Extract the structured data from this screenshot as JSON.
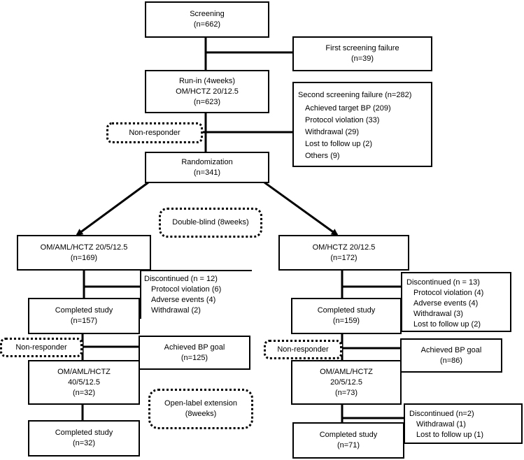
{
  "screening": {
    "title": "Screening",
    "n": "(n=662)"
  },
  "first_failure": {
    "title": "First screening failure",
    "n": "(n=39)"
  },
  "runin": {
    "line1": "Run-in (4weeks)",
    "line2": "OM/HCTZ 20/12.5",
    "n": "(n=623)"
  },
  "second_failure": {
    "title": "Second screening failure (n=282)",
    "items": [
      "Achieved target BP (209)",
      "Protocol violation (33)",
      "Withdrawal (29)",
      "Lost to follow up (2)",
      "Others (9)"
    ]
  },
  "nonresponder_top": "Non-responder",
  "randomization": {
    "title": "Randomization",
    "n": "(n=341)"
  },
  "double_blind": "Double-blind (8weeks)",
  "left_arm": {
    "treatment": {
      "title": "OM/AML/HCTZ 20/5/12.5",
      "n": "(n=169)"
    },
    "discontinued": {
      "title": "Discontinued (n = 12)",
      "items": [
        "Protocol violation (6)",
        "Adverse events (4)",
        "Withdrawal (2)"
      ]
    },
    "completed": {
      "title": "Completed study",
      "n": "(n=157)"
    },
    "nonresponder": "Non-responder",
    "achieved": {
      "title": "Achieved BP goal",
      "n": "(n=125)"
    },
    "titration": {
      "line1": "OM/AML/HCTZ",
      "line2": "40/5/12.5",
      "n": "(n=32)"
    },
    "final": {
      "title": "Completed study",
      "n": "(n=32)"
    }
  },
  "right_arm": {
    "treatment": {
      "title": "OM/HCTZ 20/12.5",
      "n": "(n=172)"
    },
    "discontinued": {
      "title": "Discontinued (n = 13)",
      "items": [
        "Protocol violation (4)",
        "Adverse events (4)",
        "Withdrawal (3)",
        "Lost to follow up (2)"
      ]
    },
    "completed": {
      "title": "Completed study",
      "n": "(n=159)"
    },
    "nonresponder": "Non-responder",
    "achieved": {
      "title": "Achieved BP goal",
      "n": "(n=86)"
    },
    "titration": {
      "line1": "OM/AML/HCTZ",
      "line2": "20/5/12.5",
      "n": "(n=73)"
    },
    "discontinued2": {
      "title": "Discontinued (n=2)",
      "items": [
        "Withdrawal (1)",
        "Lost to follow up (1)"
      ]
    },
    "final": {
      "title": "Completed study",
      "n": "(n=71)"
    }
  },
  "open_label": {
    "line1": "Open-label extension",
    "line2": "(8weeks)"
  }
}
